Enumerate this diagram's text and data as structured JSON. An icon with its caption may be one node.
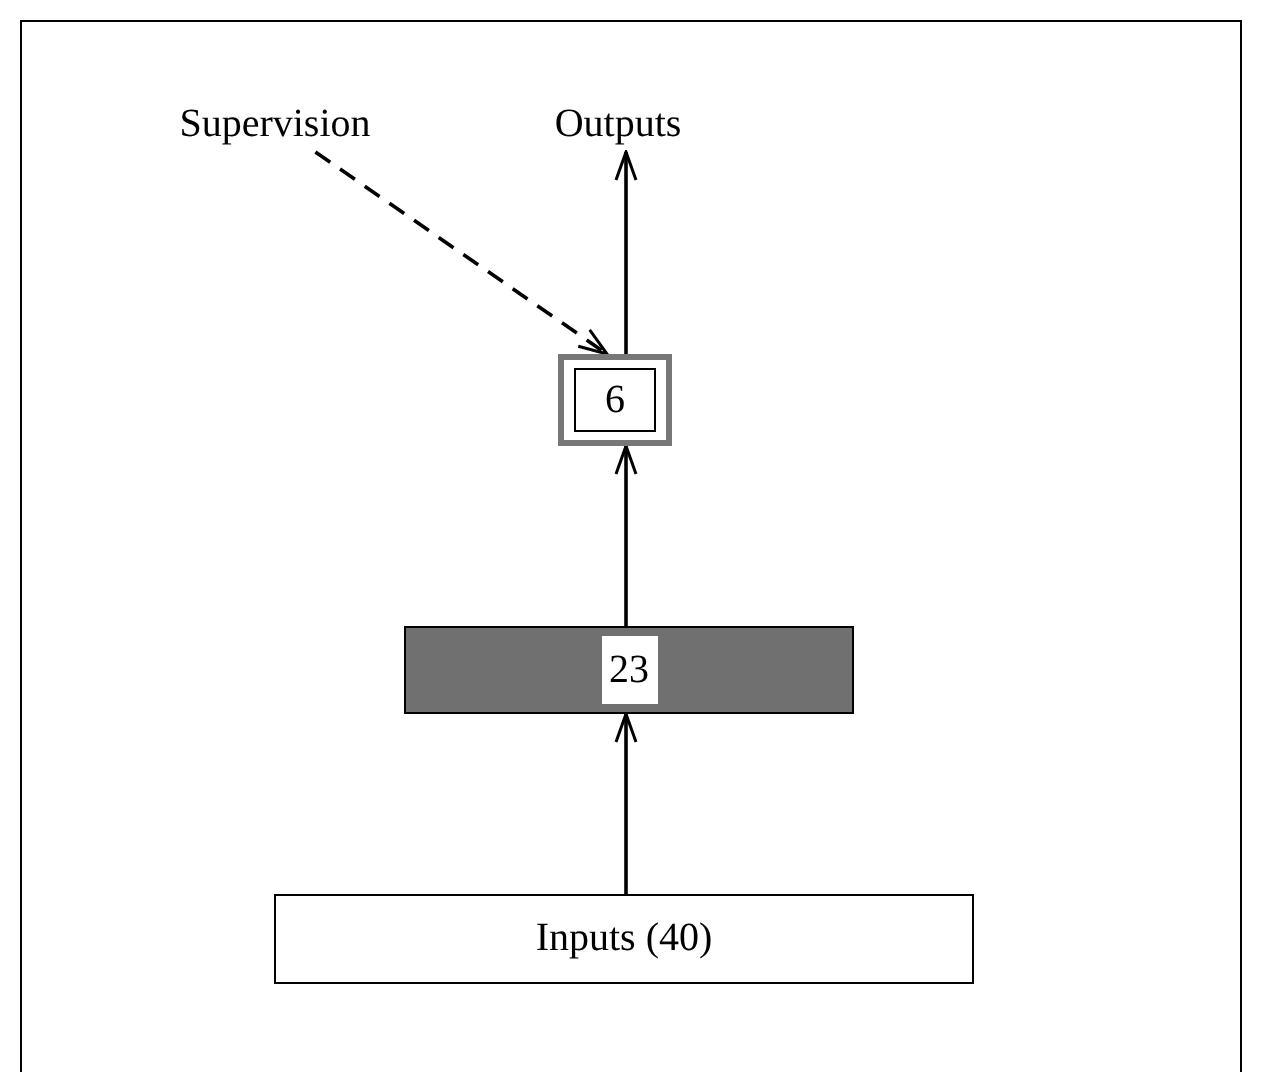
{
  "diagram": {
    "nodes": [
      {
        "text": [
          "Supervision"
        ]
      },
      {
        "text": [
          "Outputs"
        ]
      },
      {
        "text": [
          "6"
        ]
      },
      {
        "text": [
          "23"
        ]
      },
      {
        "text": [
          "Inputs (40)"
        ]
      }
    ],
    "edges": [
      {
        "from": 0,
        "to": 2,
        "arrow": "to",
        "style": "dashed"
      },
      {
        "from": 2,
        "to": 1,
        "arrow": "to"
      },
      {
        "from": 3,
        "to": 2,
        "arrow": "to"
      },
      {
        "from": 4,
        "to": 3,
        "arrow": "to"
      }
    ]
  }
}
